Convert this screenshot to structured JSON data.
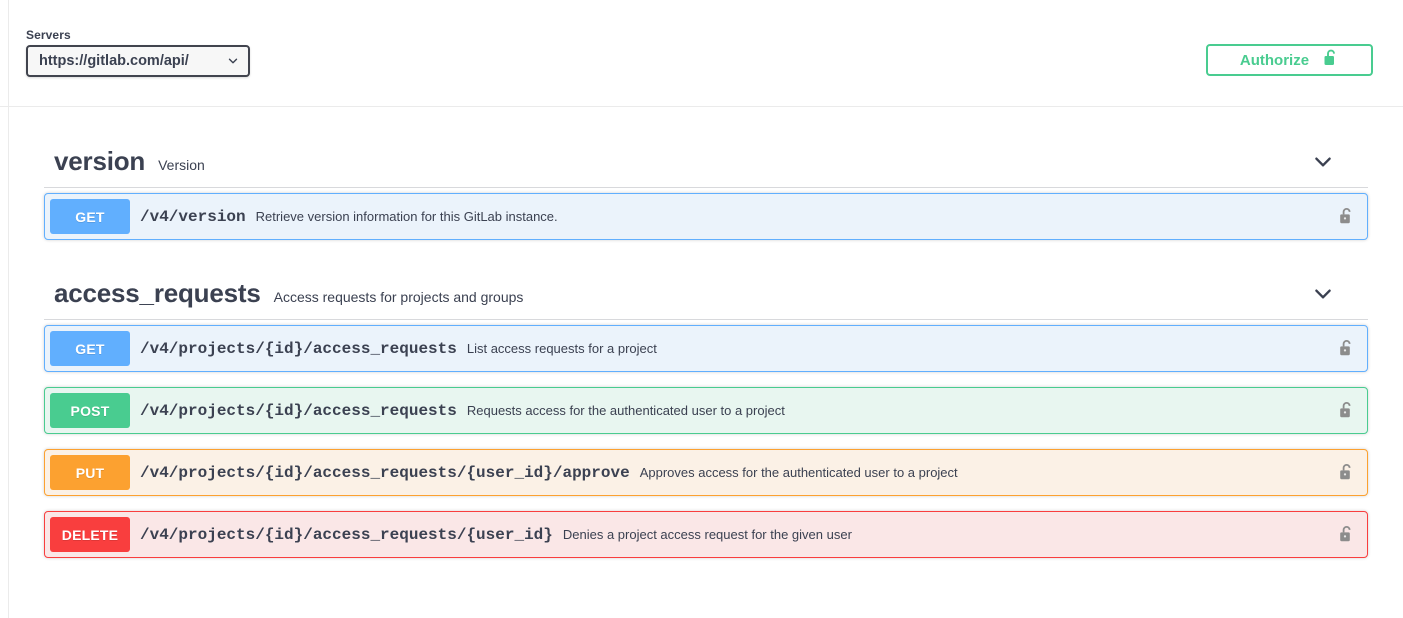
{
  "topbar": {
    "servers_label": "Servers",
    "server_value": "https://gitlab.com/api/",
    "caret_icon": "chevron-down-icon",
    "authorize_label": "Authorize",
    "authorize_icon": "unlock-icon",
    "authorize_color": "#49cc90"
  },
  "sections": [
    {
      "name": "version",
      "description": "Version",
      "arrow_icon": "chevron-down-icon",
      "operations": [
        {
          "method": "GET",
          "path": "/v4/version",
          "summary": "Retrieve version information for this GitLab instance.",
          "lock_icon": "unlock-icon",
          "color": "#61affe"
        }
      ]
    },
    {
      "name": "access_requests",
      "description": "Access requests for projects and groups",
      "arrow_icon": "chevron-down-icon",
      "operations": [
        {
          "method": "GET",
          "path": "/v4/projects/{id}/access_requests",
          "summary": "List access requests for a project",
          "lock_icon": "unlock-icon",
          "color": "#61affe"
        },
        {
          "method": "POST",
          "path": "/v4/projects/{id}/access_requests",
          "summary": "Requests access for the authenticated user to a project",
          "lock_icon": "unlock-icon",
          "color": "#49cc90"
        },
        {
          "method": "PUT",
          "path": "/v4/projects/{id}/access_requests/{user_id}/approve",
          "summary": "Approves access for the authenticated user to a project",
          "lock_icon": "unlock-icon",
          "color": "#fca130"
        },
        {
          "method": "DELETE",
          "path": "/v4/projects/{id}/access_requests/{user_id}",
          "summary": "Denies a project access request for the given user",
          "lock_icon": "unlock-icon",
          "color": "#f93e3e"
        }
      ]
    }
  ]
}
